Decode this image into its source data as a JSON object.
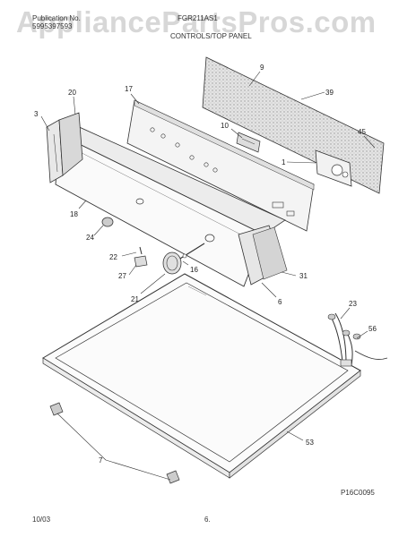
{
  "header": {
    "publication_label": "Publication No.",
    "publication_no": "5995397593",
    "model": "FGR211AS1",
    "section_title": "CONTROLS/TOP PANEL"
  },
  "watermark": "AppliancePartsPros.com",
  "footer": {
    "date": "10/03",
    "page": "6",
    "drawing_id": "P16C0095"
  },
  "parts": {
    "p1": "1",
    "p3": "3",
    "p6": "6",
    "p7": "7",
    "p9": "9",
    "p10": "10",
    "p16": "16",
    "p17": "17",
    "p18": "18",
    "p20": "20",
    "p21": "21",
    "p22": "22",
    "p23": "23",
    "p24": "24",
    "p27": "27",
    "p31": "31",
    "p39": "39",
    "p45": "45",
    "p53": "53",
    "p56": "56"
  },
  "colors": {
    "line": "#333333",
    "hatch": "#bdbdbd",
    "watermark": "#969696"
  }
}
